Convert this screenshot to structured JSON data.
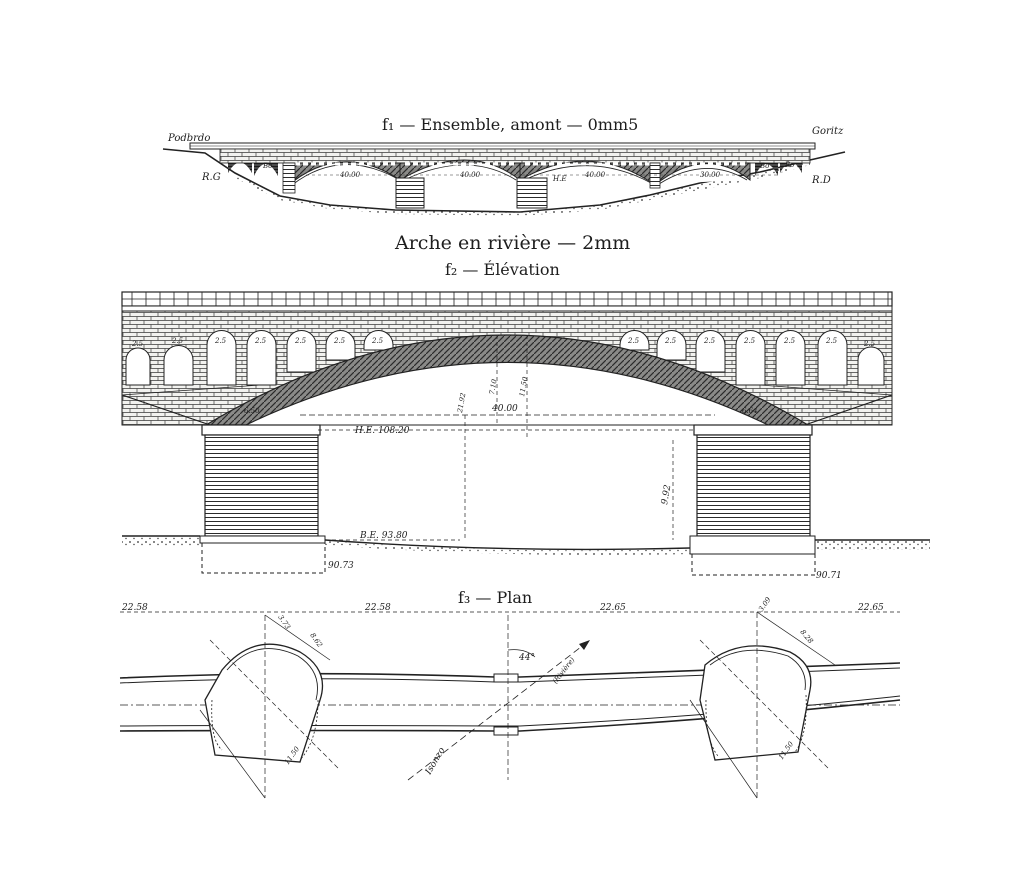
{
  "titles": {
    "f1": "f₁ — Ensemble, amont — 0mm5",
    "main": "Arche en rivière — 2mm",
    "f2": "f₂ — Élévation",
    "f3": "f₃ — Plan"
  },
  "ensemble": {
    "left_place": "Podbrdo",
    "right_place": "Goritz",
    "left_bank": "R.G",
    "right_bank": "R.D",
    "spans": [
      "40.00",
      "40.00",
      "40.00",
      "30.00"
    ],
    "he_label": "H.E"
  },
  "elevation": {
    "small_arch": "2.5",
    "span": "40.00",
    "rise_1": "21.92",
    "rise_2": "11.50",
    "rise_3": "7.10",
    "pier_left": "6.50",
    "pier_right": "6.64",
    "he": "H.E. 108.20",
    "be": "B.E. 93.80",
    "height": "9.92",
    "found_left": "90.73",
    "found_right": "90.71"
  },
  "plan": {
    "chainage": [
      "22.58",
      "22.58",
      "22.65",
      "22.65"
    ],
    "angle": "44°",
    "river": "(Rivière)",
    "river_name": "Isonzo",
    "dim_left_top": "3.73",
    "dim_left_diag": "8.62",
    "dim_left_bottom": "11.50",
    "dim_right_top": "3.09",
    "dim_right_diag": "8.28",
    "dim_right_bottom": "11.50"
  }
}
